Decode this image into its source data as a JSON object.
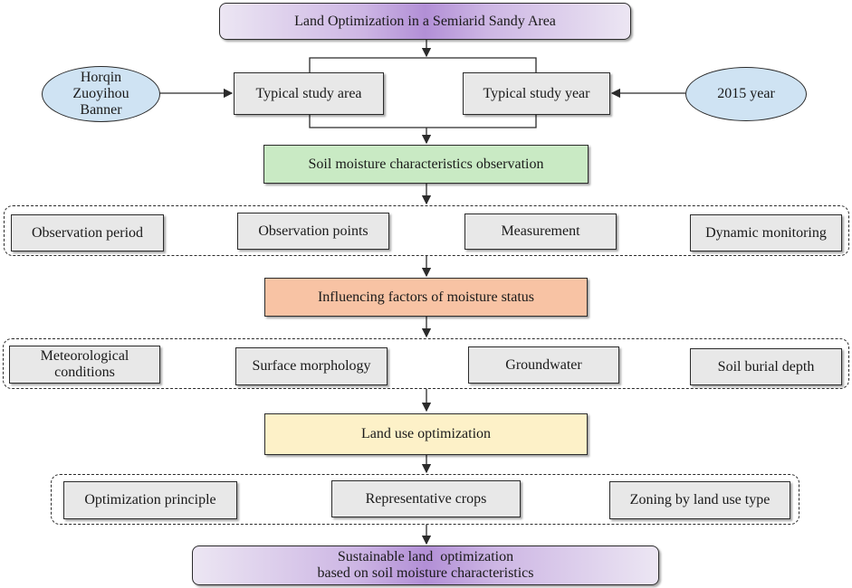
{
  "title": "Land Optimization in a Semiarid Sandy Area",
  "study": {
    "area_label": "Typical study area",
    "year_label": "Typical study year",
    "area_ellipse": "Horqin Zuoyihou Banner",
    "year_ellipse": "2015 year"
  },
  "observation": {
    "label": "Soil moisture characteristics observation",
    "items": [
      "Observation period",
      "Observation points",
      "Measurement",
      "Dynamic monitoring"
    ]
  },
  "factors": {
    "label": "Influencing factors of moisture status",
    "items": [
      "Meteorological conditions",
      "Surface morphology",
      "Groundwater",
      "Soil burial depth"
    ]
  },
  "land_use": {
    "label": "Land use optimization",
    "items": [
      "Optimization principle",
      "Representative crops",
      "Zoning by land use type"
    ]
  },
  "result": {
    "line1": "Sustainable land  optimization",
    "line2": "based on soil moisture characteristics"
  },
  "colors": {
    "title_gradient": "#b28fd6",
    "observation": "#c9eac4",
    "factors": "#f8c3a4",
    "land_use": "#fdf1c8",
    "ellipse": "#cfe3f3",
    "step_box": "#e8e8e8"
  }
}
